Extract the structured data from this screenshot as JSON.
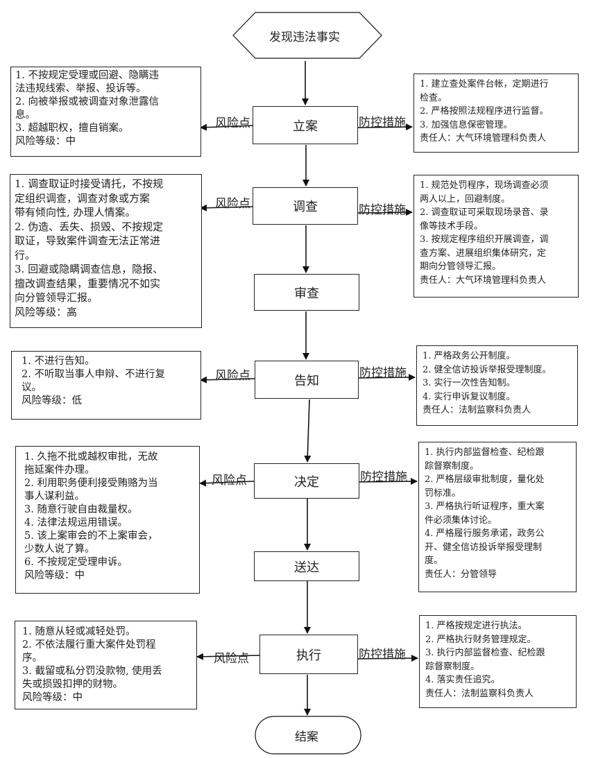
{
  "start": "发现违法事实",
  "end": "结案",
  "risk_label": "风险点",
  "control_label": "防控措施",
  "steps": [
    {
      "name": "立案",
      "risks": [
        "1. 不按规定受理或回避、隐瞒违",
        "法违规线索、举报、投诉等。",
        "2. 向被举报或被调查对象泄露信",
        "息。",
        "3. 超越职权，擅自销案。",
        "风险等级：中"
      ],
      "controls": [
        "1. 建立查处案件台帐，定期进行",
        "检查。",
        "2. 严格按照法规程序进行监督。",
        "3. 加强信息保密管理。",
        "责任人：大气环境管理科负责人"
      ]
    },
    {
      "name": "调查",
      "risks": [
        "1. 调查取证时接受请托，不按规",
        "定组织调查，调查对象或方案",
        "带有倾向性, 办理人情案。",
        "2. 伪造、丢失、损毁、不按规定",
        "取证，导致案件调查无法正常进",
        "行。",
        "3. 回避或隐瞒调查信息，隐报、",
        "擅改调查结果，重要情况不如实",
        "向分管领导汇报。",
        "风险等级：高"
      ],
      "controls": [
        "1. 规范处罚程序，现场调查必须",
        "两人以上，回避制度。",
        "2. 调查取证可采取现场录音、录",
        "像等技术手段。",
        "3. 按规定程序组织开展调查，调",
        "查方案、进展组织集体研究，定",
        "期向分管领导汇报。",
        "责任人：大气环境管理科负责人"
      ]
    },
    {
      "name": "审查",
      "risks": [],
      "controls": []
    },
    {
      "name": "告知",
      "risks": [
        "1. 不进行告知。",
        "2. 不听取当事人申辩、不进行复",
        "议。",
        "风险等级：低"
      ],
      "controls": [
        "1. 严格政务公开制度。",
        "2. 健全信访投诉举报受理制度。",
        "3. 实行一次性告知制。",
        "4. 实行申诉复议制度。",
        "责任人：法制监察科负责人"
      ]
    },
    {
      "name": "决定",
      "risks": [
        "1. 久拖不批或越权审批，无故",
        "拖延案件办理。",
        "2. 利用职务便利接受贿赂为当",
        "事人谋利益。",
        "3. 随意行驶自由裁量权。",
        "4. 法律法规运用错误。",
        "5. 该上案审会的不上案审会，",
        "少数人说了算。",
        "6. 不按规定受理申诉。",
        "风险等级：中"
      ],
      "controls": [
        "1. 执行内部监督检查、纪检跟",
        "踪督察制度。",
        "2. 严格层级审批制度，量化处",
        "罚标准。",
        "3. 严格执行听证程序，重大案",
        "件必须集体讨论。",
        "4. 严格履行服务承诺，政务公",
        "开、健全信访投诉举报受理制",
        "度。",
        "责任人：分管领导"
      ]
    },
    {
      "name": "送达",
      "risks": [],
      "controls": []
    },
    {
      "name": "执行",
      "risks": [
        "1. 随意从轻或减轻处罚。",
        "2. 不依法履行重大案件处罚程",
        "序。",
        "3. 截留或私分罚没款物, 使用丢",
        "失或损毁扣押的财物。",
        "风险等级：中"
      ],
      "controls": [
        "1. 严格按规定进行执法。",
        "2. 严格执行财务管理规定。",
        "3. 执行内部监督检查、纪检跟",
        "踪督察制度。",
        "4. 落实责任追究。",
        "责任人：法制监察科负责人"
      ]
    }
  ]
}
